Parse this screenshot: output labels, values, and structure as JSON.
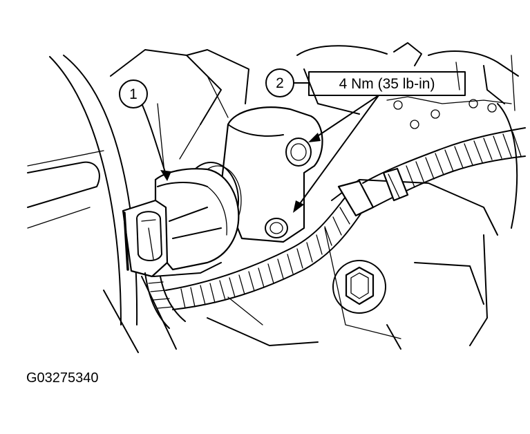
{
  "callouts": [
    {
      "number": "1"
    },
    {
      "number": "2",
      "torque_spec": "4 Nm (35 lb-in)"
    }
  ],
  "figure_id": "G03275340"
}
